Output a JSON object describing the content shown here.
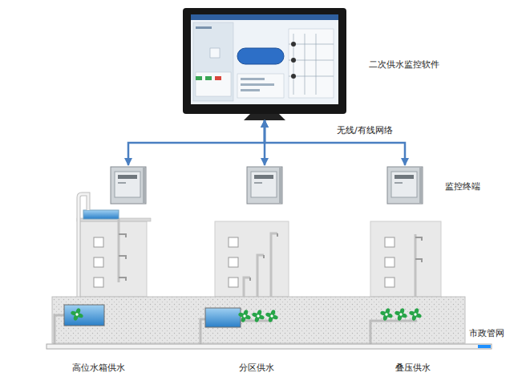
{
  "diagram": {
    "nodes": [
      {
        "text": [
          "二次供水监控软件"
        ]
      },
      {
        "text": [
          "高位水箱供水"
        ]
      },
      {
        "text": [
          "分区供水"
        ]
      },
      {
        "text": [
          "叠压供水"
        ]
      }
    ],
    "edges": [
      {
        "from": 0,
        "to": 1,
        "arrow": "both"
      },
      {
        "from": 0,
        "to": 2,
        "arrow": "both"
      },
      {
        "from": 0,
        "to": 3,
        "arrow": "both",
        "label": "无线/有线网络"
      }
    ],
    "labels": [
      "监控终端",
      "市政管网"
    ]
  }
}
